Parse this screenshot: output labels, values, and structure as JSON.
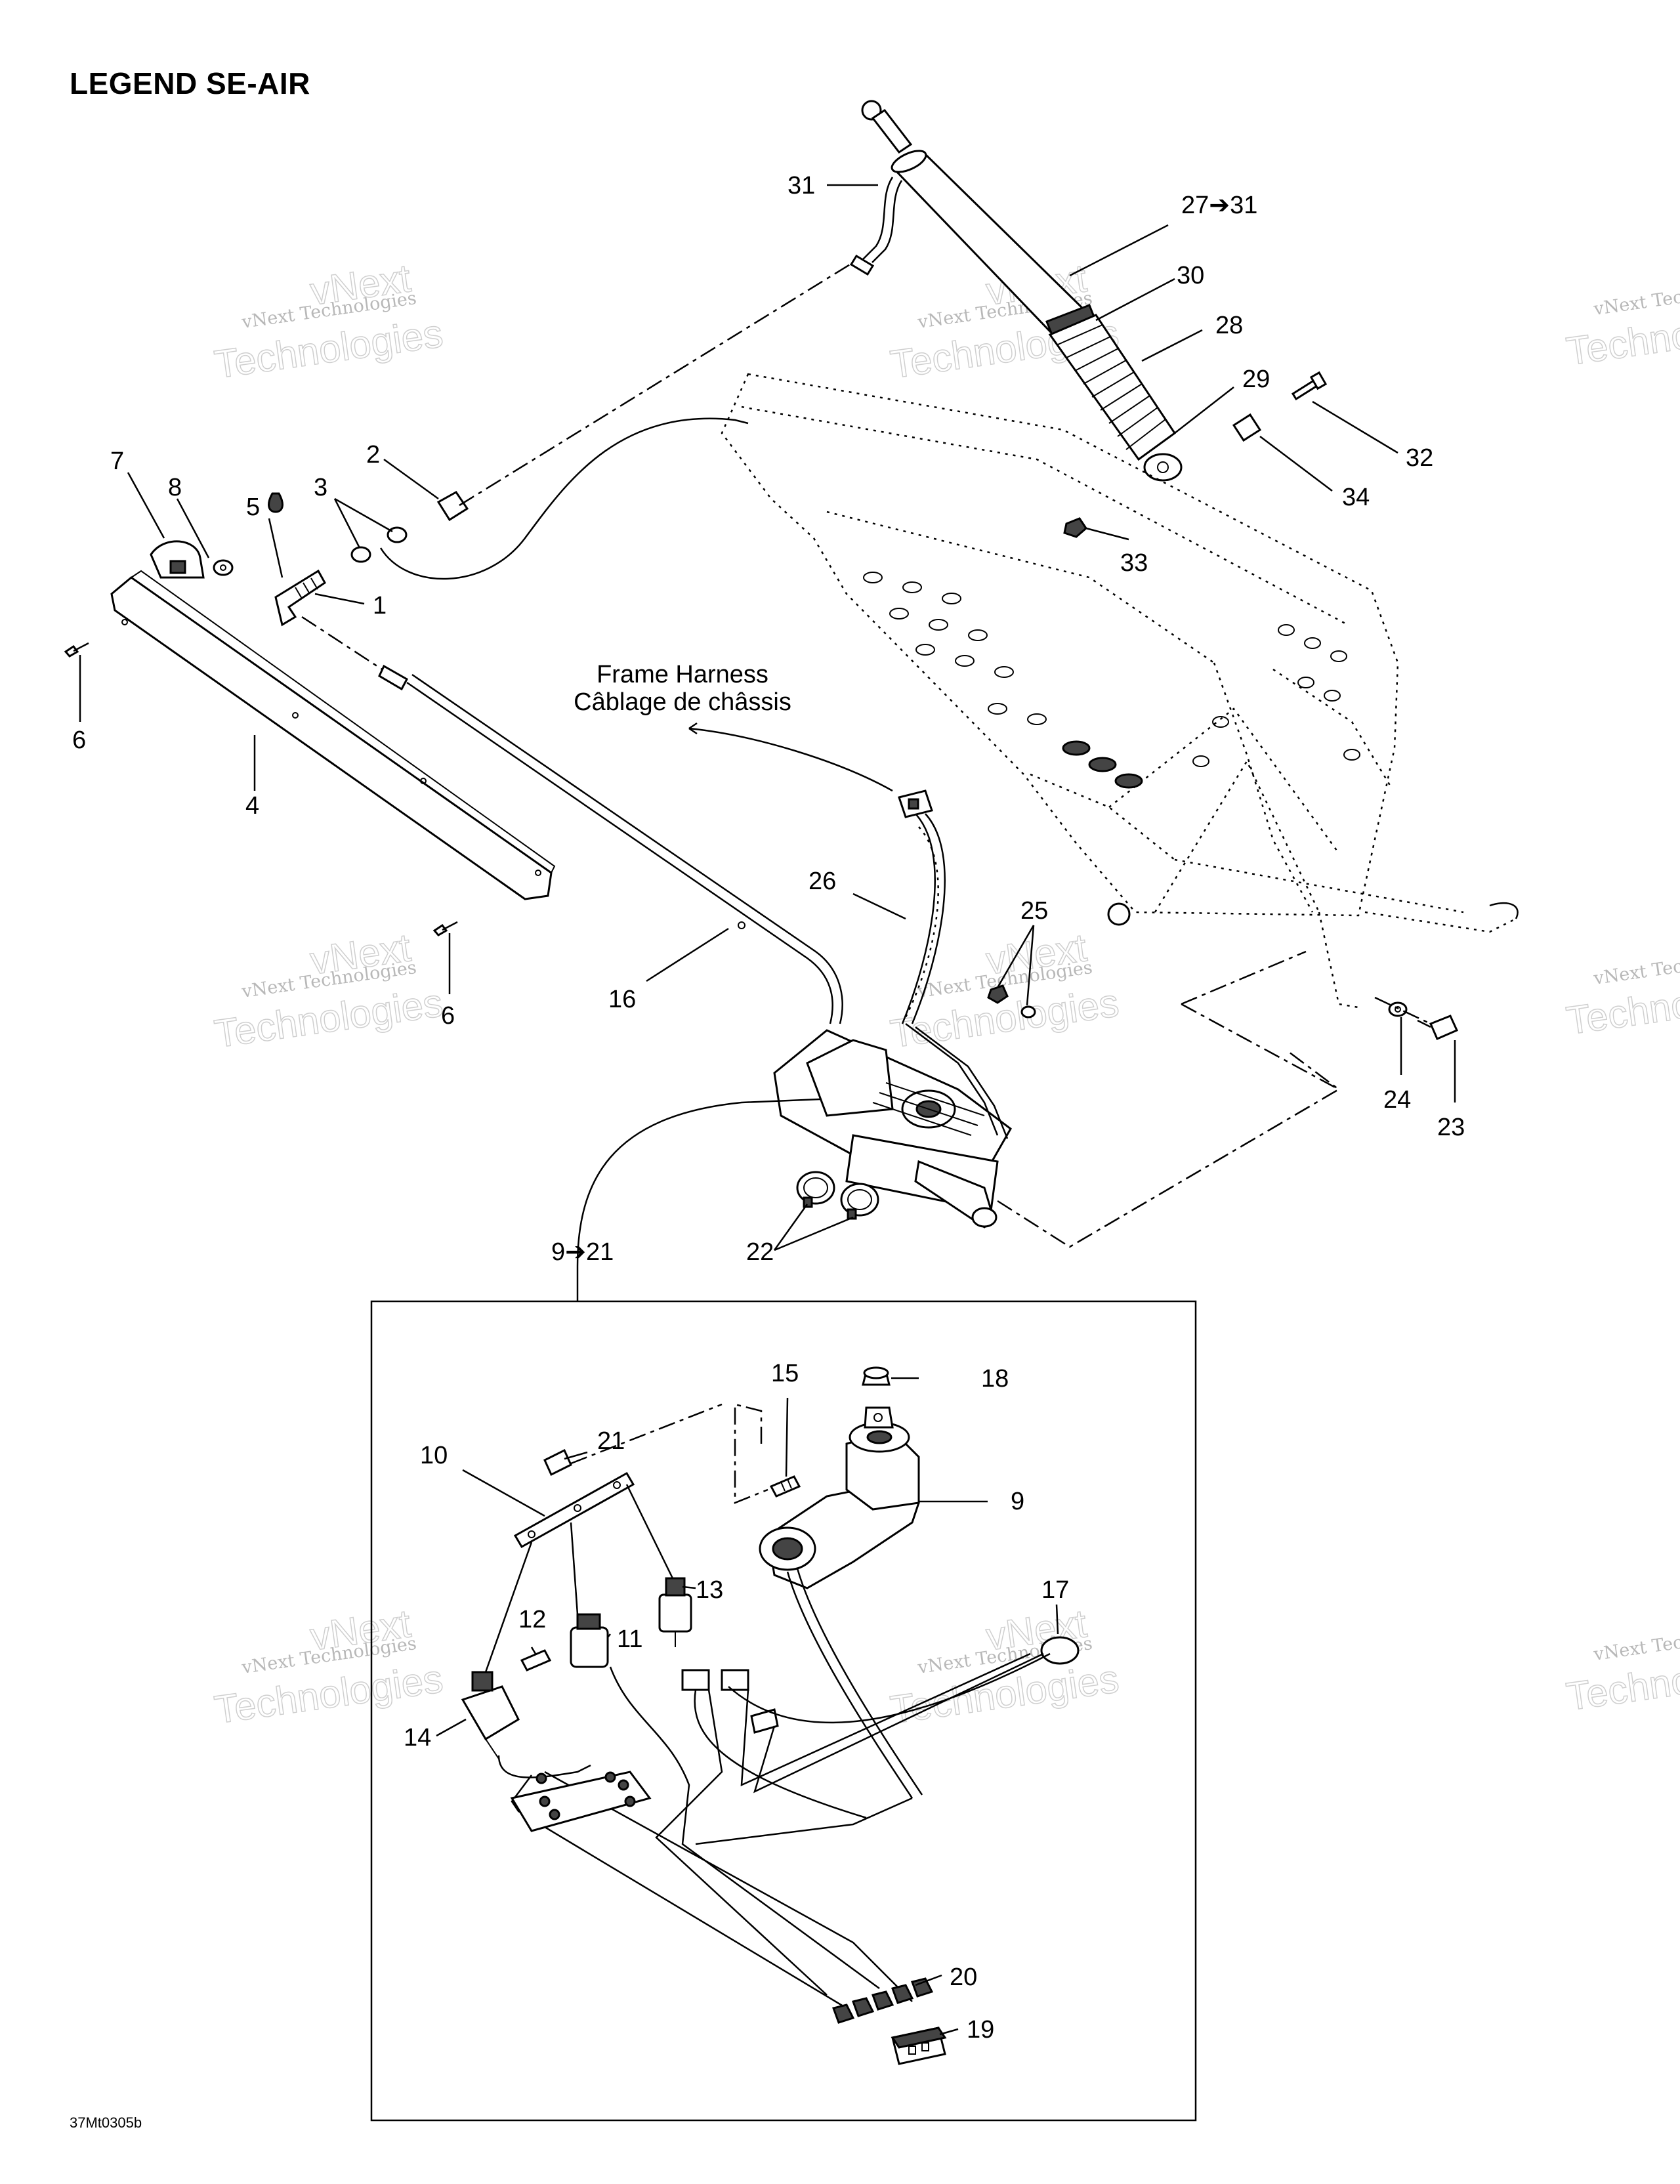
{
  "title": "LEGEND SE-AIR",
  "doc_id": "37Mt0305b",
  "harness_label": {
    "line1": "Frame Harness",
    "line2": "Câblage de châssis"
  },
  "callouts": {
    "c1": "1",
    "c2": "2",
    "c3": "3",
    "c4": "4",
    "c5": "5",
    "c6a": "6",
    "c6b": "6",
    "c7": "7",
    "c8": "8",
    "c9": "9",
    "c10": "10",
    "c11": "11",
    "c12": "12",
    "c13": "13",
    "c14": "14",
    "c15": "15",
    "c16": "16",
    "c17": "17",
    "c18": "18",
    "c19": "19",
    "c20": "20",
    "c21": "21",
    "c22": "22",
    "c23": "23",
    "c24": "24",
    "c25": "25",
    "c26": "26",
    "c27": "27➔31",
    "c28": "28",
    "c29": "29",
    "c30": "30",
    "c31": "31",
    "c32": "32",
    "c33": "33",
    "c34": "34",
    "c921": "9➔21"
  },
  "watermark": {
    "line1": "vNext Technologies",
    "line2": "Technologies",
    "line3": "vNext"
  }
}
